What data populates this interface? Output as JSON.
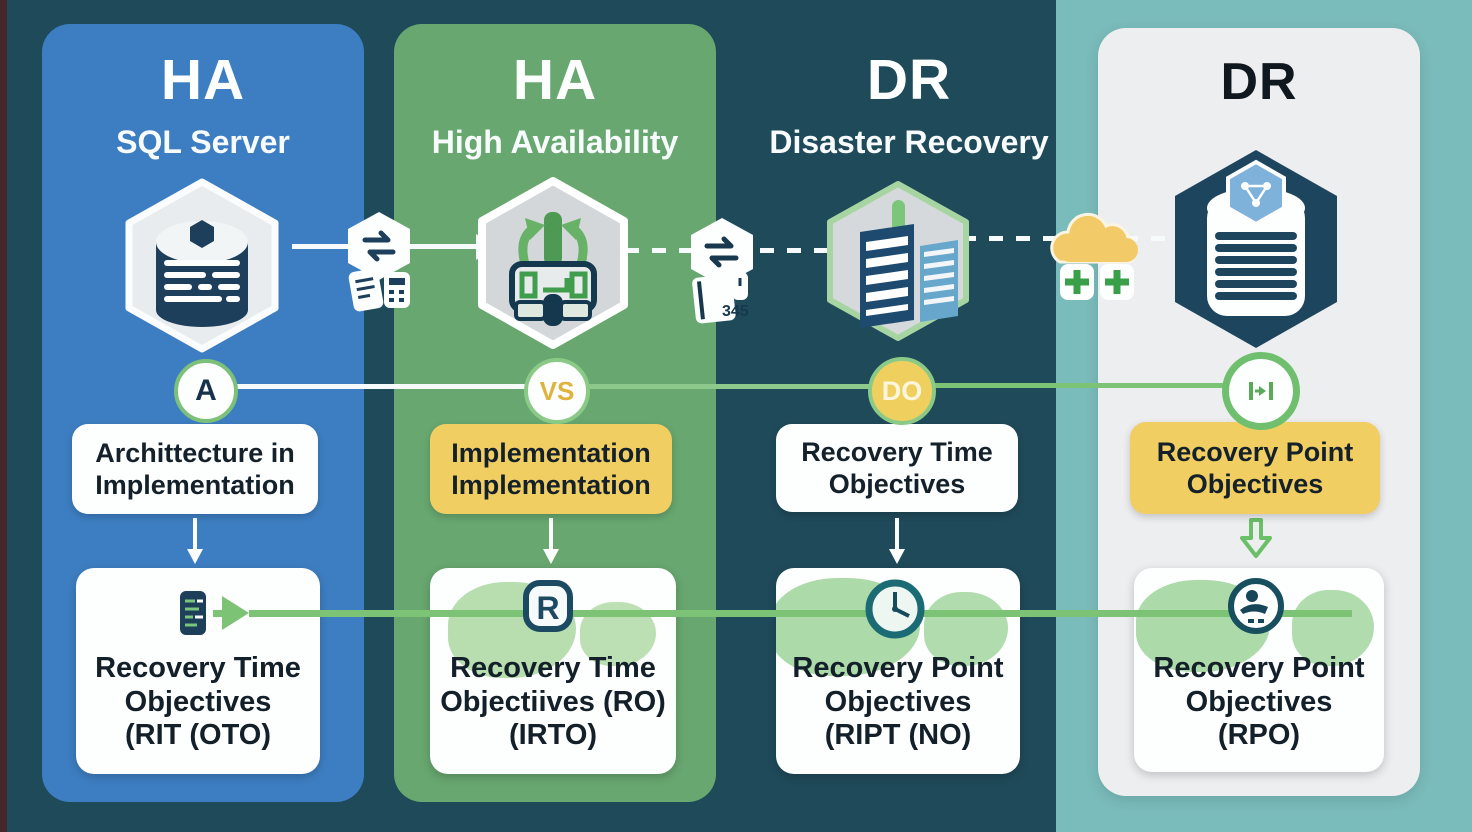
{
  "palette": {
    "background_dark_teal": "#1F4A5A",
    "background_light_teal": "#7ABCBB",
    "column_blue": "#3D7EC2",
    "column_green": "#68A770",
    "column_light_gray": "#EDEEF0",
    "card_white": "#FDFEFE",
    "highlight_yellow": "#F1CE62",
    "accent_green": "#7CC376",
    "icon_navy": "#1D3F5C"
  },
  "columns": [
    {
      "abbr": "HA",
      "subtitle": "SQL Server",
      "main_icon": "shield-database-icon",
      "badge_label": "A",
      "row1_line1": "Archittecture in",
      "row1_line2": "Implementation",
      "bottom_icon": "document-phone-icon",
      "row2_line1": "Recovery Time",
      "row2_line2": "Objectives",
      "row2_line3": "(RIT (OTO)"
    },
    {
      "abbr": "HA",
      "subtitle": "High Availability",
      "main_icon": "machine-arrows-hexagon-icon",
      "badge_label": "VS",
      "row1_line1": "Implementation",
      "row1_line2": "Implementation",
      "bottom_icon": "letter-r-icon",
      "bottom_icon_glyph": "R",
      "row2_line1": "Recovery Time",
      "row2_line2": "Objectiives (RO)",
      "row2_line3": "(IRTO)"
    },
    {
      "abbr": "DR",
      "subtitle": "Disaster Recovery",
      "main_icon": "server-rack-hexagon-icon",
      "badge_label": "DO",
      "row1_line1": "Recovery Time",
      "row1_line2": "Objectives",
      "bottom_icon": "clock-icon",
      "row2_line1": "Recovery Point",
      "row2_line2": "Objectives",
      "row2_line3": "(RIPT (NO)"
    },
    {
      "abbr": "DR",
      "subtitle": "",
      "main_icon": "database-stack-hexagon-icon",
      "badge_icon": "double-arrow-icon",
      "row1_line1": "Recovery Point",
      "row1_line2": "Objectives",
      "bottom_icon": "person-cloud-icon",
      "row2_line1": "Recovery Point",
      "row2_line2": "Objectives",
      "row2_line3": "(RPO)"
    }
  ],
  "connectors": {
    "between_1_2_icon": "sync-document-icon",
    "between_2_3_icon": "sync-book-icon",
    "label_345": "345",
    "between_3_4_icon": "cloud-plus-icon"
  }
}
